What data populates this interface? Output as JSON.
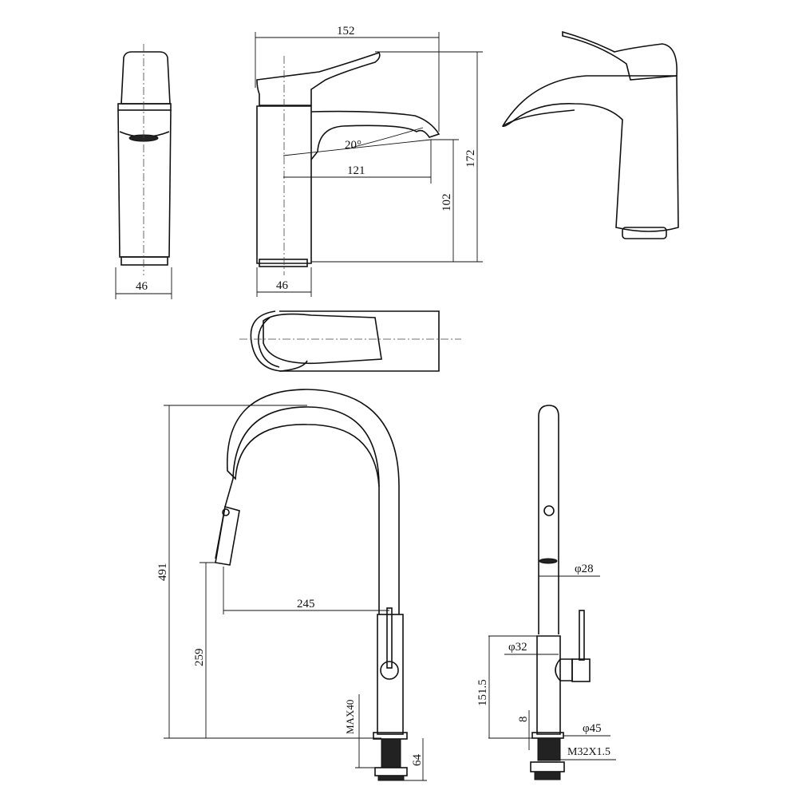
{
  "drawing": {
    "basin_faucet": {
      "width_total": "152",
      "spout_angle": "20°",
      "spout_reach": "121",
      "height_total": "172",
      "spout_height": "102",
      "side_width": "46",
      "front_width": "46"
    },
    "kitchen_faucet": {
      "height_total": "491",
      "spout_reach": "245",
      "spout_height": "259",
      "max_deck": "MAX40",
      "shank_length": "64",
      "hose_diameter": "φ28",
      "body_diameter": "φ32",
      "body_height": "151.5",
      "flange_height": "8",
      "flange_diameter": "φ45",
      "thread": "M32X1.5"
    }
  }
}
